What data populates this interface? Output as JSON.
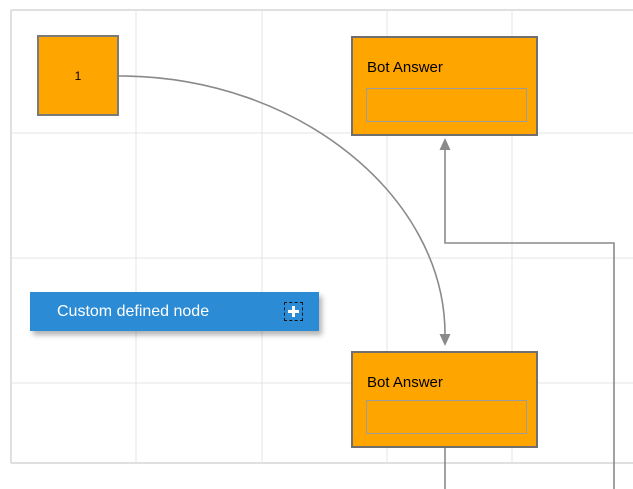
{
  "canvas": {
    "description": "diagram editor page with grid"
  },
  "nodes": {
    "start": {
      "label": "1"
    },
    "bot_answer_top": {
      "title": "Bot Answer",
      "input_value": "",
      "input_placeholder": ""
    },
    "bot_answer_bottom": {
      "title": "Bot Answer",
      "input_value": "",
      "input_placeholder": ""
    },
    "custom": {
      "label": "Custom defined node"
    }
  },
  "icons": {
    "add_node": "plus-icon"
  },
  "connectors": [
    {
      "from": "start",
      "to": "bot_answer_bottom",
      "style": "curved",
      "arrow": "down"
    },
    {
      "from": "bot_answer_bottom",
      "to": "bot_answer_top",
      "style": "orthogonal",
      "arrow": "up"
    }
  ],
  "colors": {
    "orange": "#FFA500",
    "blue": "#2B8BD4",
    "node_border": "#7a7a7a",
    "inner_border": "#9c9c9c",
    "connector": "#8a8a8a",
    "grid_line": "#e4e4e4",
    "page_border": "#d6d6d6",
    "canvas_bg": "#ffffff"
  }
}
